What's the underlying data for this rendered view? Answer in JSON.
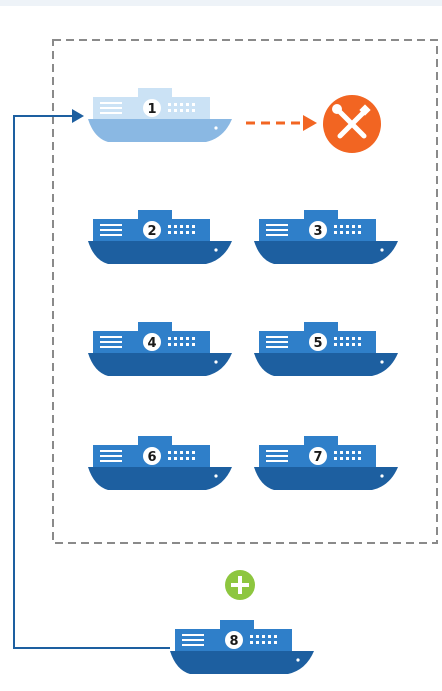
{
  "colors": {
    "hull_blue": "#1d5fa0",
    "cabin_blue": "#2f7fc9",
    "light_hull": "#8ab8e3",
    "light_cabin": "#cbe2f5",
    "arrow_blue": "#1d5fa0",
    "maintenance_orange": "#f26522",
    "add_green": "#8dc63f",
    "dashed_border": "#8a8a8a"
  },
  "ships": [
    {
      "number": "1",
      "state": "in-maintenance"
    },
    {
      "number": "2",
      "state": "active"
    },
    {
      "number": "3",
      "state": "active"
    },
    {
      "number": "4",
      "state": "active"
    },
    {
      "number": "5",
      "state": "active"
    },
    {
      "number": "6",
      "state": "active"
    },
    {
      "number": "7",
      "state": "active"
    },
    {
      "number": "8",
      "state": "added"
    }
  ],
  "icons": {
    "maintenance": "wrench-screwdriver-icon",
    "add": "plus-icon"
  }
}
